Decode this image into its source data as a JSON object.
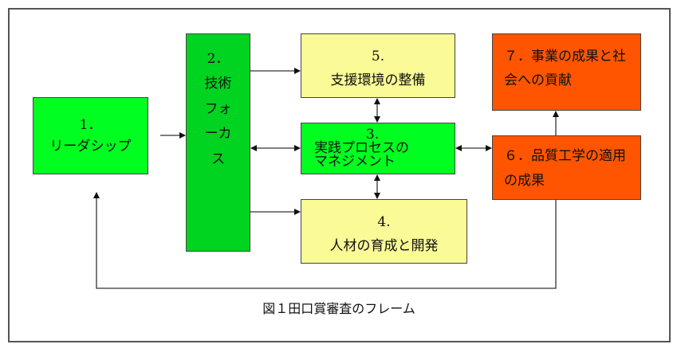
{
  "diagram": {
    "caption": "図１田口賞審査のフレーム",
    "colors": {
      "leadership_green": "#00ff20",
      "tech_focus_green": "#00d320",
      "support_yellow": "#fafa96",
      "result_orange": "#ff5500",
      "line": "#333333"
    },
    "nodes": {
      "n1": {
        "num": "1．",
        "label": "リーダシップ"
      },
      "n2": {
        "num": "2．",
        "lines": [
          "技術",
          "フォ",
          "ーカ",
          "ス"
        ]
      },
      "n3": {
        "num": "3.",
        "lines": [
          "実践プロセスの",
          "マネジメント"
        ]
      },
      "n4": {
        "num": "4.",
        "label": "人材の育成と開発"
      },
      "n5": {
        "num": "5.",
        "label": "支援環境の整備"
      },
      "n6": {
        "lines": [
          "６．品質工学の適用",
          "の成果"
        ]
      },
      "n7": {
        "lines": [
          "７．事業の成果と社",
          "会への貢献"
        ]
      }
    },
    "edges": [
      {
        "from": "1",
        "to": "2",
        "type": "arrow"
      },
      {
        "from": "2",
        "to": "5",
        "type": "arrow"
      },
      {
        "from": "2",
        "to": "3",
        "type": "bidirectional"
      },
      {
        "from": "2",
        "to": "4",
        "type": "arrow"
      },
      {
        "from": "5",
        "to": "3",
        "type": "bidirectional"
      },
      {
        "from": "3",
        "to": "4",
        "type": "bidirectional"
      },
      {
        "from": "3",
        "to": "6",
        "type": "bidirectional"
      },
      {
        "from": "6",
        "to": "7",
        "type": "arrow"
      },
      {
        "from": "6",
        "to": "1",
        "type": "feedback-arrow"
      }
    ]
  }
}
